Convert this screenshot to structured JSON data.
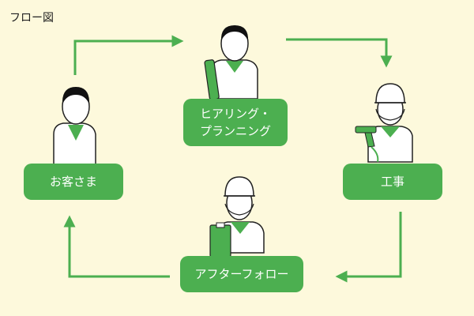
{
  "title": "フロー図",
  "colors": {
    "accent": "#4caf50",
    "arrow": "#4caf50",
    "background": "#fdf9dc",
    "skin": "#ffffff",
    "hair": "#111111",
    "line": "#222222"
  },
  "nodes": {
    "customer": {
      "label": "お客さま"
    },
    "hearing": {
      "label_line1": "ヒアリング・",
      "label_line2": "プランニング"
    },
    "construction": {
      "label": "工事"
    },
    "aftercare": {
      "label": "アフターフォロー"
    }
  },
  "icons": {
    "customer": "person-icon",
    "hearing": "planner-with-blueprint-icon",
    "construction": "worker-with-drill-icon",
    "aftercare": "worker-with-clipboard-icon"
  }
}
